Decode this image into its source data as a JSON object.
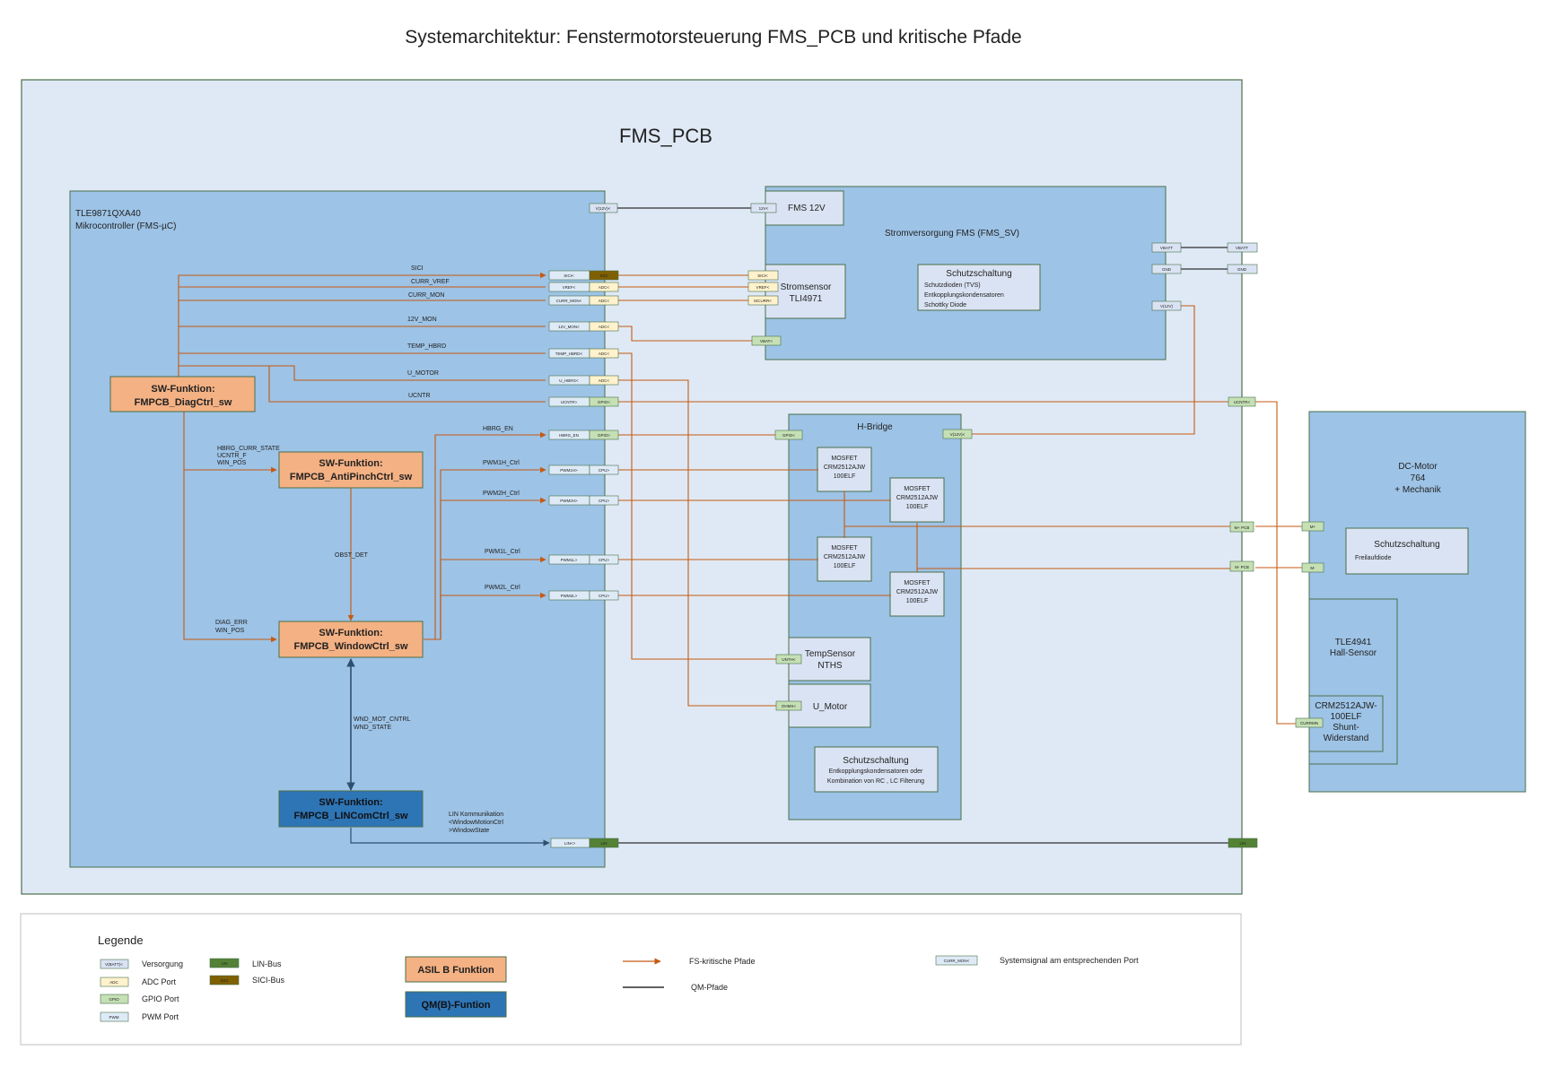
{
  "title": "Systemarchitektur: Fenstermotorsteuerung FMS_PCB und kritische Pfade",
  "pcb_label": "FMS_PCB",
  "mcu": {
    "line1": "TLE9871QXA40",
    "line2": "Mikrocontroller (FMS-µC)",
    "port_v12": "V(12V)<",
    "ports": [
      "SICI<",
      "VREF<",
      "CURR_MON<",
      "12V_MON<",
      "TEMP_HBRD<",
      "U_HBRG<",
      "UCNTR>",
      "HBRG_EN",
      "PWM1H>",
      "PWM2H>",
      "PWM1L>",
      "PWM2L>",
      "LIN<>"
    ],
    "port_types": [
      "SICI",
      "ADC<",
      "ADC<",
      "ADC<",
      "ADC<",
      "ADC<",
      "GPIO<",
      "GPIO>",
      "CPU>",
      "CPU>",
      "CPU>",
      "CPU>",
      "LIN"
    ]
  },
  "signals": {
    "sici": "SICI",
    "curr_vref": "CURR_VREF",
    "curr_mon": "CURR_MON",
    "v12_mon": "12V_MON",
    "temp_hbrd": "TEMP_HBRD",
    "u_motor": "U_MOTOR",
    "ucntr": "UCNTR",
    "hbrg_en": "HBRG_EN",
    "pwm1h": "PWM1H_Ctrl",
    "pwm2h": "PWM2H_Ctrl",
    "pwm1l": "PWM1L_Ctrl",
    "pwm2l": "PWM2L_Ctrl",
    "diag_to_anti": [
      "HBRG_CURR_STATE",
      "UCNTR_F",
      "WIN_POS"
    ],
    "obst_det": "OBST_DET",
    "diag_to_window": [
      "DIAG_ERR",
      "WIN_POS"
    ],
    "wnd": [
      "WND_MOT_CNTRL",
      "WND_STATE"
    ],
    "lin": [
      "LIN Kommunikation",
      "<WindowMotionCtrl",
      ">WindowState"
    ]
  },
  "sw": {
    "diag": [
      "SW-Funktion:",
      "FMPCB_DiagCtrl_sw"
    ],
    "anti": [
      "SW-Funktion:",
      "FMPCB_AntiPinchCtrl_sw"
    ],
    "window": [
      "SW-Funktion:",
      "FMPCB_WindowCtrl_sw"
    ],
    "lin": [
      "SW-Funktion:",
      "FMPCB_LINComCtrl_sw"
    ]
  },
  "power": {
    "title": "Stromversorgung FMS (FMS_SV)",
    "fms12v": "FMS 12V",
    "fms12v_port": "12V<",
    "sensor": [
      "Stromsensor",
      "TLI4971"
    ],
    "sensor_ports": [
      "SICI<",
      "VREF<",
      "ISCURR<",
      "VBAT<"
    ],
    "protection_title": "Schutzschaltung",
    "protection_items": [
      "Schutzdioden (TVS)",
      "Entkopplungskondensatoren",
      "Schottky Diode"
    ],
    "ports": [
      "VBATT",
      "GND",
      "V(12V)"
    ],
    "ext_ports": [
      "VBATT",
      "GND"
    ]
  },
  "hbridge": {
    "title": "H-Bridge",
    "gpio_port": "GPIO<",
    "v_port": "V(12V)<",
    "mosfet": [
      "MOSFET",
      "CRM2512AJW",
      "100ELF"
    ],
    "tempsensor": [
      "TempSensor",
      "NTHS"
    ],
    "umotor": "U_Motor",
    "small_ports": [
      "UNTH<",
      "OHMS<"
    ],
    "protection_title": "Schutzschaltung",
    "protection_items": [
      "Entkopplungskondensatoren oder",
      "Kombination von RC , LC Filterung"
    ]
  },
  "right_ports": [
    "UCNTR<",
    "M+",
    "M-",
    "LIN"
  ],
  "pcb_edge_ports": [
    "M+ PCB",
    "M- PCB"
  ],
  "motor": {
    "title": [
      "DC-Motor",
      "764",
      "+ Mechanik"
    ],
    "protection_title": "Schutzschaltung",
    "protection_item": "Freilaufdiode",
    "hall": [
      "TLE4941",
      "Hall-Sensor"
    ],
    "shunt": [
      "CRM2512AJW-",
      "100ELF",
      "Shunt-",
      "Widerstand"
    ],
    "shunt_port": "CURRMN"
  },
  "legend": {
    "title": "Legende",
    "versorgung": "Versorgung",
    "adc": "ADC Port",
    "gpio": "GPIO Port",
    "pwm": "PWM Port",
    "lin": "LIN-Bus",
    "sici": "SICI-Bus",
    "asil": "ASIL B Funktion",
    "qm": "QM(B)-Funtion",
    "fs_paths": "FS-kritische Pfade",
    "qm_paths": "QM-Pfade",
    "system_signal": "Systemsignal am entsprechenden Port",
    "sample_v": "V(BATT)<",
    "sample_adc": "ADC",
    "sample_gpio": "GPIO",
    "sample_pwm": "PWM",
    "sample_lin": "LIN",
    "sample_sici": "SICI",
    "sample_signal": "CURR_MON<"
  },
  "colors": {
    "outer_bg": "#dfe9f5",
    "block_bg": "#9dc3e6",
    "fs_path": "#c55a11",
    "qm_path": "#000000",
    "asil": "#f4b183",
    "qm": "#2e75b6",
    "lin_bus": "#548235",
    "sici_bus": "#7f6000",
    "adc": "#fff2cc",
    "gpio": "#c5e0b4",
    "pwm": "#deebf7"
  }
}
